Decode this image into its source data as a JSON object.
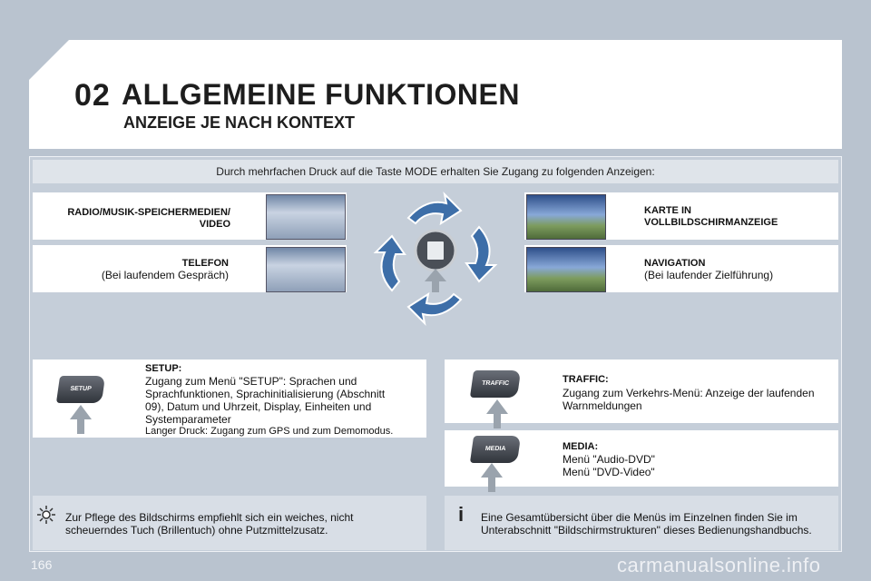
{
  "header": {
    "chapter": "02",
    "title": "ALLGEMEINE FUNKTIONEN",
    "subtitle": "ANZEIGE JE NACH KONTEXT"
  },
  "intro": "Durch mehrfachen Druck auf die Taste MODE erhalten Sie Zugang zu folgenden Anzeigen:",
  "modes": {
    "radio": {
      "line1": "RADIO/MUSIK-SPEICHERMEDIEN/",
      "line2": "VIDEO"
    },
    "telefon": {
      "title": "TELEFON",
      "desc": "(Bei laufendem Gespräch)"
    },
    "karte": {
      "line1": "KARTE IN",
      "line2": "VOLLBILDSCHIRMANZEIGE"
    },
    "navigation": {
      "title": "NAVIGATION",
      "desc": "(Bei laufender Zielführung)"
    }
  },
  "sections": {
    "setup": {
      "button": "SETUP",
      "title": "SETUP:",
      "lines": [
        "Zugang zum Menü \"SETUP\": Sprachen und",
        "Sprachfunktionen, Sprachinitialisierung (Abschnitt",
        "09), Datum und Uhrzeit, Display, Einheiten und",
        "Systemparameter",
        "Langer Druck: Zugang zum GPS und zum Demomodus."
      ]
    },
    "traffic": {
      "button": "TRAFFIC",
      "title": "TRAFFIC:",
      "lines": [
        "Zugang zum Verkehrs-Menü: Anzeige der laufenden",
        "Warnmeldungen"
      ]
    },
    "media": {
      "button": "MEDIA",
      "title": "MEDIA:",
      "lines": [
        "Menü \"Audio-DVD\"",
        "Menü \"DVD-Video\""
      ]
    }
  },
  "tips": {
    "care": [
      "Zur Pflege des Bildschirms empfiehlt sich ein weiches, nicht",
      "scheuerndes Tuch (Brillentuch) ohne Putzmittelzusatz."
    ],
    "info": [
      "Eine Gesamtübersicht über die Menüs im Einzelnen finden Sie im",
      "Unterabschnitt \"Bildschirmstrukturen\" dieses Bedienungshandbuchs."
    ]
  },
  "page_number": "166",
  "watermark": "carmanualsonline.info",
  "colors": {
    "background": "#b9c3cf",
    "panel": "#c5ced9",
    "arrow": "#3d6ea8"
  }
}
